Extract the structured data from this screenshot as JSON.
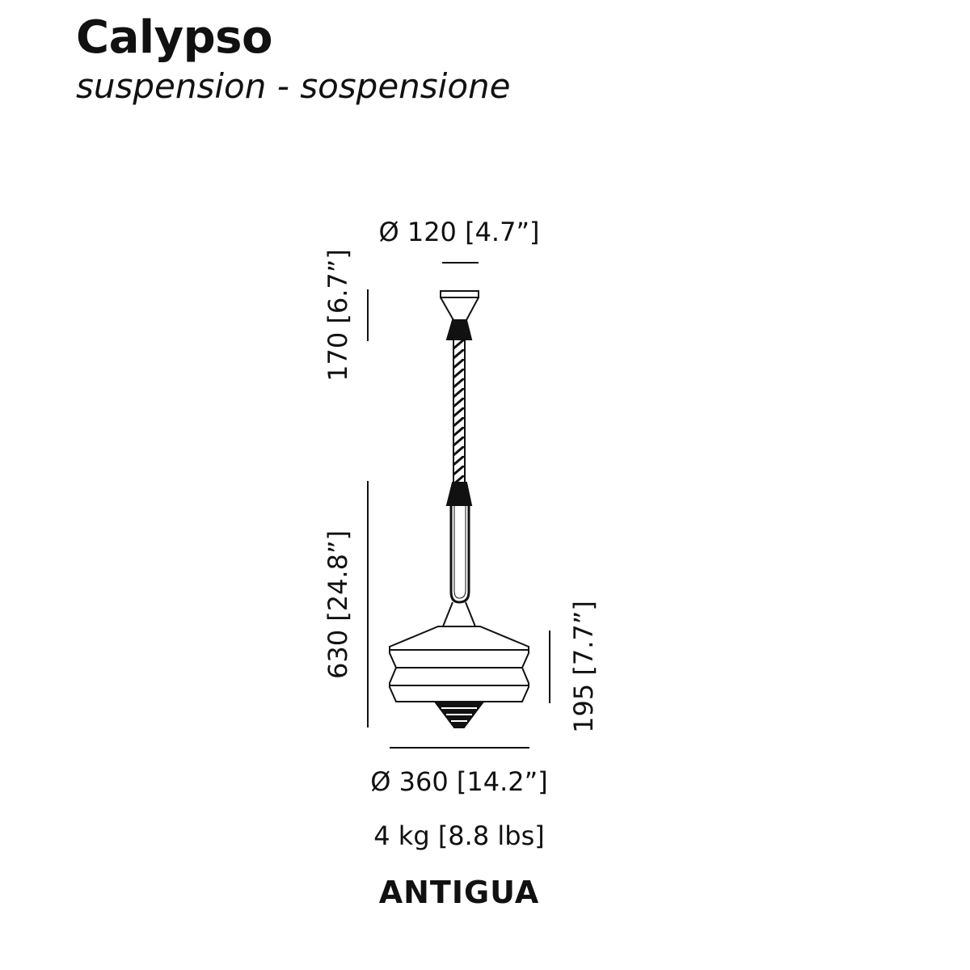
{
  "header": {
    "title": "Calypso",
    "subtitle": "suspension - sospensione"
  },
  "dimensions": {
    "canopy_diameter": "Ø 120 [4.7”]",
    "canopy_height": "170 [6.7”]",
    "total_height": "630 [24.8”]",
    "shade_height": "195 [7.7”]",
    "shade_diameter": "Ø 360 [14.2”]"
  },
  "weight": "4 kg [8.8 lbs]",
  "finish": "ANTIGUA"
}
